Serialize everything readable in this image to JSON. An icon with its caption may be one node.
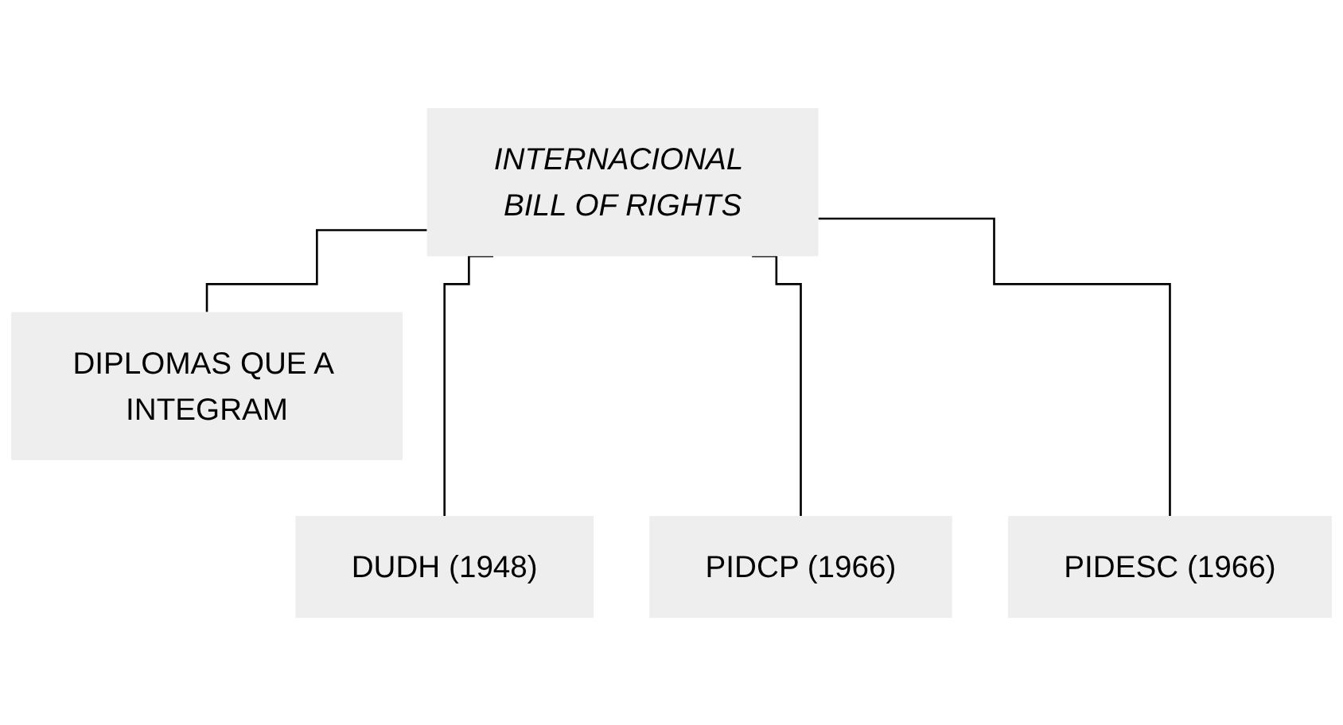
{
  "diagram": {
    "nodes": [
      {
        "text": [
          "INTERNACIONAL BILL OF RIGHTS"
        ]
      },
      {
        "text": [
          "DIPLOMAS QUE A INTEGRAM"
        ]
      },
      {
        "text": [
          "DUDH (1948)"
        ]
      },
      {
        "text": [
          "PIDCP (1966)"
        ]
      },
      {
        "text": [
          "PIDESC (1966)"
        ]
      }
    ],
    "edges": [
      {
        "from": 0,
        "to": 1,
        "arrow": "none"
      },
      {
        "from": 0,
        "to": 2,
        "arrow": "none"
      },
      {
        "from": 0,
        "to": 3,
        "arrow": "none"
      },
      {
        "from": 0,
        "to": 4,
        "arrow": "none"
      }
    ]
  }
}
